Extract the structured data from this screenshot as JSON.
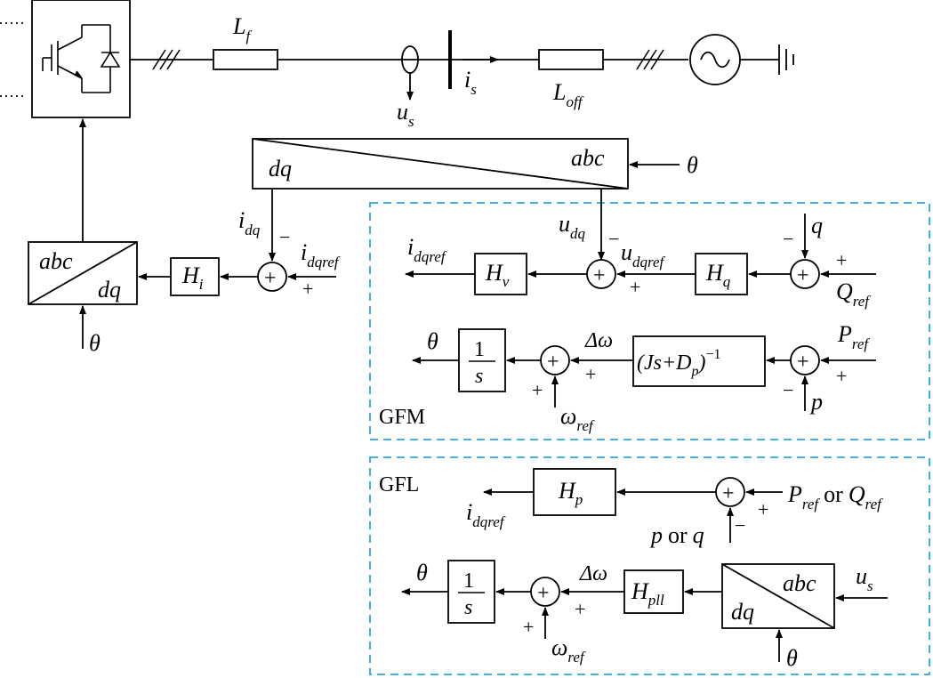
{
  "power_stage": {
    "filter_inductor": {
      "sym": "L",
      "sub": "f"
    },
    "grid_inductor": {
      "sym": "L",
      "sub": "off"
    },
    "current": {
      "sym": "i",
      "sub": "s"
    },
    "voltage": {
      "sym": "u",
      "sub": "s"
    }
  },
  "park_top": {
    "left": "dq",
    "right": "abc",
    "input": "θ"
  },
  "inverse_park": {
    "top": "abc",
    "bottom": "dq",
    "input": "θ"
  },
  "current_loop": {
    "block": {
      "sym": "H",
      "sub": "i"
    },
    "feedback": {
      "sym": "i",
      "sub": "dq"
    },
    "reference": {
      "sym": "i",
      "sub": "dqref"
    },
    "minus": "−",
    "plus": "+",
    "sum": "+"
  },
  "gfm": {
    "label": "GFM",
    "voltage_loop": {
      "output": {
        "sym": "i",
        "sub": "dqref"
      },
      "hv": {
        "sym": "H",
        "sub": "v"
      },
      "feedback": {
        "sym": "u",
        "sub": "dq"
      },
      "reference": {
        "sym": "u",
        "sub": "dqref"
      },
      "minus": "−",
      "plus": "+",
      "sum": "+",
      "hq": {
        "sym": "H",
        "sub": "q"
      },
      "q_meas": "q",
      "q_minus": "−",
      "q_ref": {
        "sym": "Q",
        "sub": "ref"
      },
      "q_plus": "+",
      "q_sum": "+"
    },
    "swing_loop": {
      "output": "θ",
      "integrator": {
        "num": "1",
        "den": "s"
      },
      "sum": "+",
      "delta": "Δω",
      "delta_plus": "+",
      "omega_plus": "+",
      "omega": {
        "sym": "ω",
        "sub": "ref"
      },
      "inertia": {
        "pre": "(Js+D",
        "sub": "p",
        "post": ")",
        "sup": "−1"
      },
      "p_ref": {
        "sym": "P",
        "sub": "ref"
      },
      "p_plus": "+",
      "p_meas": "p",
      "p_minus": "−",
      "p_sum": "+"
    }
  },
  "gfl": {
    "label": "GFL",
    "power_loop": {
      "output": {
        "sym": "i",
        "sub": "dqref"
      },
      "hp": {
        "sym": "H",
        "sub": "p"
      },
      "sum": "+",
      "ref_p": {
        "sym": "P",
        "sub": "ref"
      },
      "or": "or",
      "ref_q": {
        "sym": "Q",
        "sub": "ref"
      },
      "plus": "+",
      "meas_p": "p",
      "meas_q": "q",
      "minus": "−"
    },
    "pll": {
      "output": "θ",
      "integrator": {
        "num": "1",
        "den": "s"
      },
      "sum": "+",
      "delta": "Δω",
      "delta_plus": "+",
      "omega_plus": "+",
      "omega": {
        "sym": "ω",
        "sub": "ref"
      },
      "hpll": {
        "sym": "H",
        "sub": "pll"
      },
      "park_bottom": "dq",
      "park_top": "abc",
      "input": {
        "sym": "u",
        "sub": "s"
      },
      "theta_in": "θ"
    }
  },
  "colors": {
    "ink": "#000000",
    "region_border": "#2aa7dd",
    "background": "#ffffff"
  }
}
